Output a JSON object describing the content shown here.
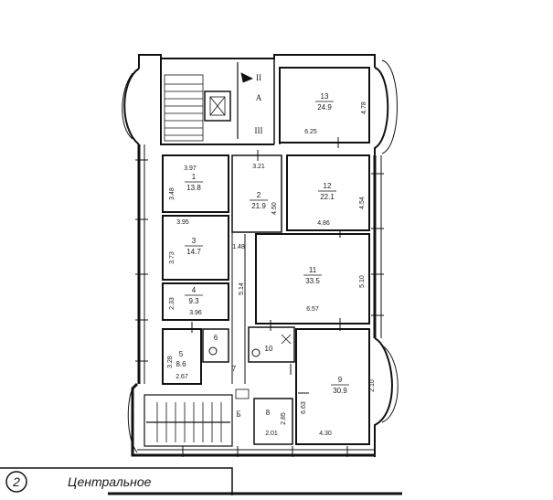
{
  "rooms": [
    {
      "id": "13",
      "num": "13",
      "area": "24.9"
    },
    {
      "id": "12",
      "num": "12",
      "area": "22.1"
    },
    {
      "id": "11",
      "num": "11",
      "area": "33.5"
    },
    {
      "id": "1",
      "num": "1",
      "area": "13.8"
    },
    {
      "id": "2",
      "num": "2",
      "area": "21.9"
    },
    {
      "id": "3",
      "num": "3",
      "area": "14.7"
    },
    {
      "id": "4",
      "num": "4",
      "area": "9.3"
    },
    {
      "id": "5",
      "num": "5",
      "area": "8.6"
    },
    {
      "id": "6",
      "num": "6",
      "area": ""
    },
    {
      "id": "7",
      "num": "7",
      "area": ""
    },
    {
      "id": "8",
      "num": "8",
      "area": ""
    },
    {
      "id": "9",
      "num": "9",
      "area": "30.9"
    },
    {
      "id": "10",
      "num": "10",
      "area": ""
    }
  ],
  "stair_labels": {
    "a": "А",
    "b": "Б",
    "roman_2": "II",
    "roman_3": "III"
  },
  "dimensions": {
    "d_478": "4.78",
    "d_625": "6.25",
    "d_321": "3.21",
    "d_397": "3.97",
    "d_348": "3.48",
    "d_450": "4.50",
    "d_454": "4.54",
    "d_486": "4.86",
    "d_395": "3.95",
    "d_373": "3.73",
    "d_148": "1.48",
    "d_510": "5.10",
    "d_233": "2.33",
    "d_396": "3.96",
    "d_514": "5.14",
    "d_657": "6.57",
    "d_328": "3.28",
    "d_267": "2.67",
    "d_210": "2.10",
    "d_663": "6.63",
    "d_285": "2.85",
    "d_201": "2.01",
    "d_430": "4.30"
  },
  "stamp": {
    "number": "2",
    "text": "Центральное"
  }
}
